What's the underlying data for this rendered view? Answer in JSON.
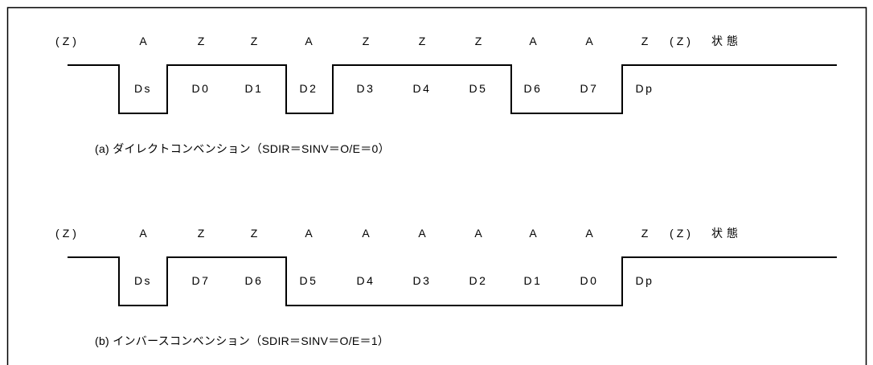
{
  "diagrams": [
    {
      "state_prefix": "(Z)",
      "states": [
        "A",
        "Z",
        "Z",
        "A",
        "Z",
        "Z",
        "Z",
        "A",
        "A",
        "Z"
      ],
      "state_suffix": "(Z)",
      "state_row_label": "状態",
      "bits": [
        "Ds",
        "D0",
        "D1",
        "D2",
        "D3",
        "D4",
        "D5",
        "D6",
        "D7",
        "Dp"
      ],
      "caption": "(a) ダイレクトコンベンション（SDIR＝SINV＝O/E＝0）"
    },
    {
      "state_prefix": "(Z)",
      "states": [
        "A",
        "Z",
        "Z",
        "A",
        "A",
        "A",
        "A",
        "A",
        "A",
        "Z"
      ],
      "state_suffix": "(Z)",
      "state_row_label": "状態",
      "bits": [
        "Ds",
        "D7",
        "D6",
        "D5",
        "D4",
        "D3",
        "D2",
        "D1",
        "D0",
        "Dp"
      ],
      "caption": "(b) インバースコンベンション（SDIR＝SINV＝O/E＝1）"
    }
  ],
  "colors": {
    "line": "#000000",
    "text": "#000000"
  }
}
